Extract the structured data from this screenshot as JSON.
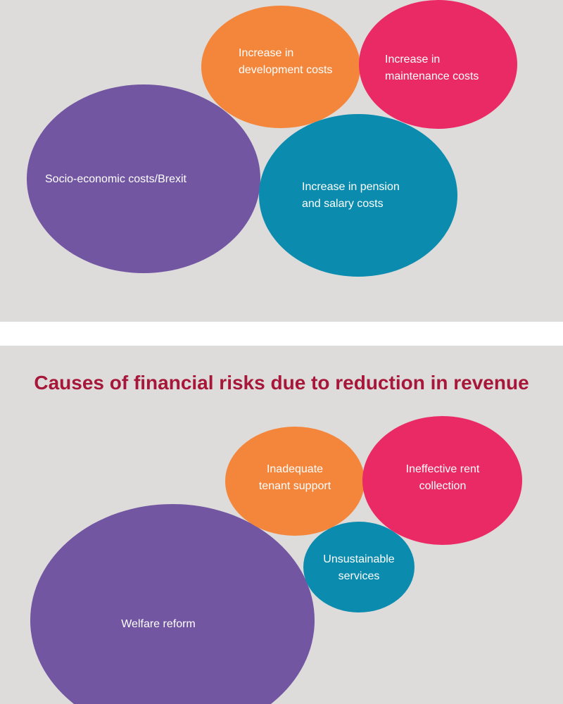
{
  "colors": {
    "background": "#dedcdb",
    "purple": "#7256a2",
    "orange": "#f4863c",
    "pink": "#ea2a64",
    "teal": "#0b8caf",
    "title": "#a6173a",
    "label": "#ffffff"
  },
  "top_diagram": {
    "bubbles": {
      "socio_economic": "Socio-economic costs/Brexit",
      "development": "Increase in\ndevelopment costs",
      "maintenance": "Increase in\nmaintenance costs",
      "pension": "Increase in pension\nand salary costs"
    }
  },
  "bottom_diagram": {
    "title": "Causes of financial risks due to reduction in revenue",
    "bubbles": {
      "welfare": "Welfare reform",
      "tenant_support": "Inadequate\ntenant support",
      "rent_collection": "Ineffective rent\ncollection",
      "services": "Unsustainable\nservices"
    }
  }
}
